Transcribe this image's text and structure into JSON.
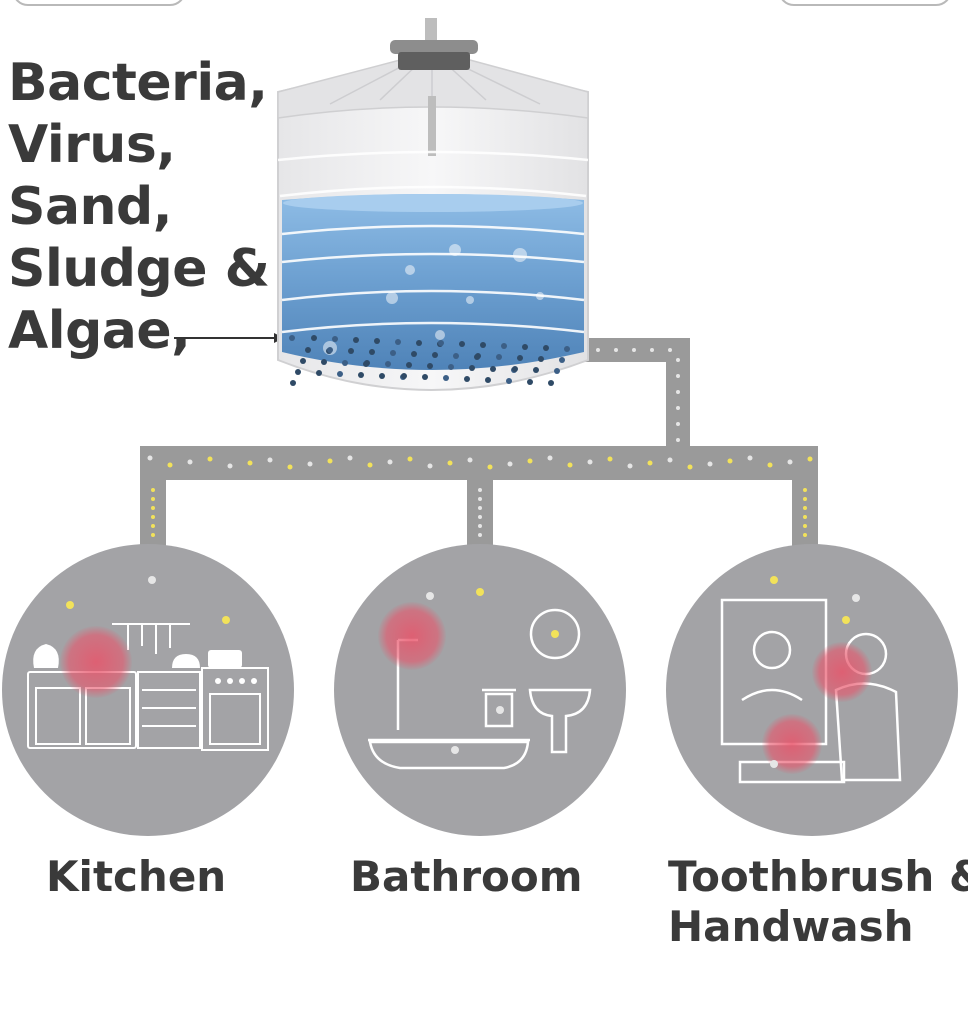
{
  "contaminants": [
    "Bacteria,",
    "Virus,",
    "Sand,",
    "Sludge &",
    "Algae,"
  ],
  "destinations": {
    "kitchen": "Kitchen",
    "bathroom": "Bathroom",
    "toothbrush_line1": "Toothbrush &",
    "toothbrush_line2": "Handwash"
  },
  "colors": {
    "text": "#3a3a3a",
    "water": "#5b8fc4",
    "pipe": "#9a9a9a",
    "circle_bg": "#a3a3a6",
    "hotspot": "#e8546a",
    "germ_yellow": "#f2e25a"
  }
}
